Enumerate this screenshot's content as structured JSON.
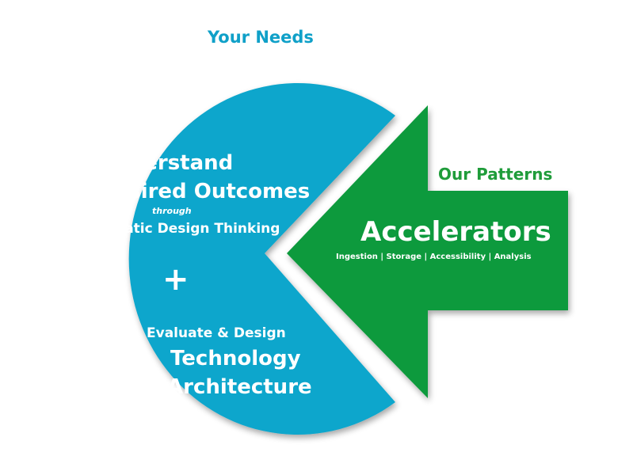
{
  "diagram": {
    "your_needs_label": "Your Needs",
    "our_patterns_label": "Our Patterns",
    "circle": {
      "line1": "Understand",
      "line2": "Desired Outcomes",
      "through": "through",
      "line3": "Pragmatic Design Thinking",
      "plus": "+",
      "line4": "Evaluate & Design",
      "line5": "Technology",
      "line6": "Architecture"
    },
    "arrow": {
      "title": "Accelerators",
      "subtitle": "Ingestion | Storage | Accessibility | Analysis"
    }
  },
  "colors": {
    "circle_fill": "#0aa6cc",
    "arrow_fill": "#109a3c",
    "your_needs_text": "#0fa0c8",
    "our_patterns_text": "#1f9c3a"
  }
}
